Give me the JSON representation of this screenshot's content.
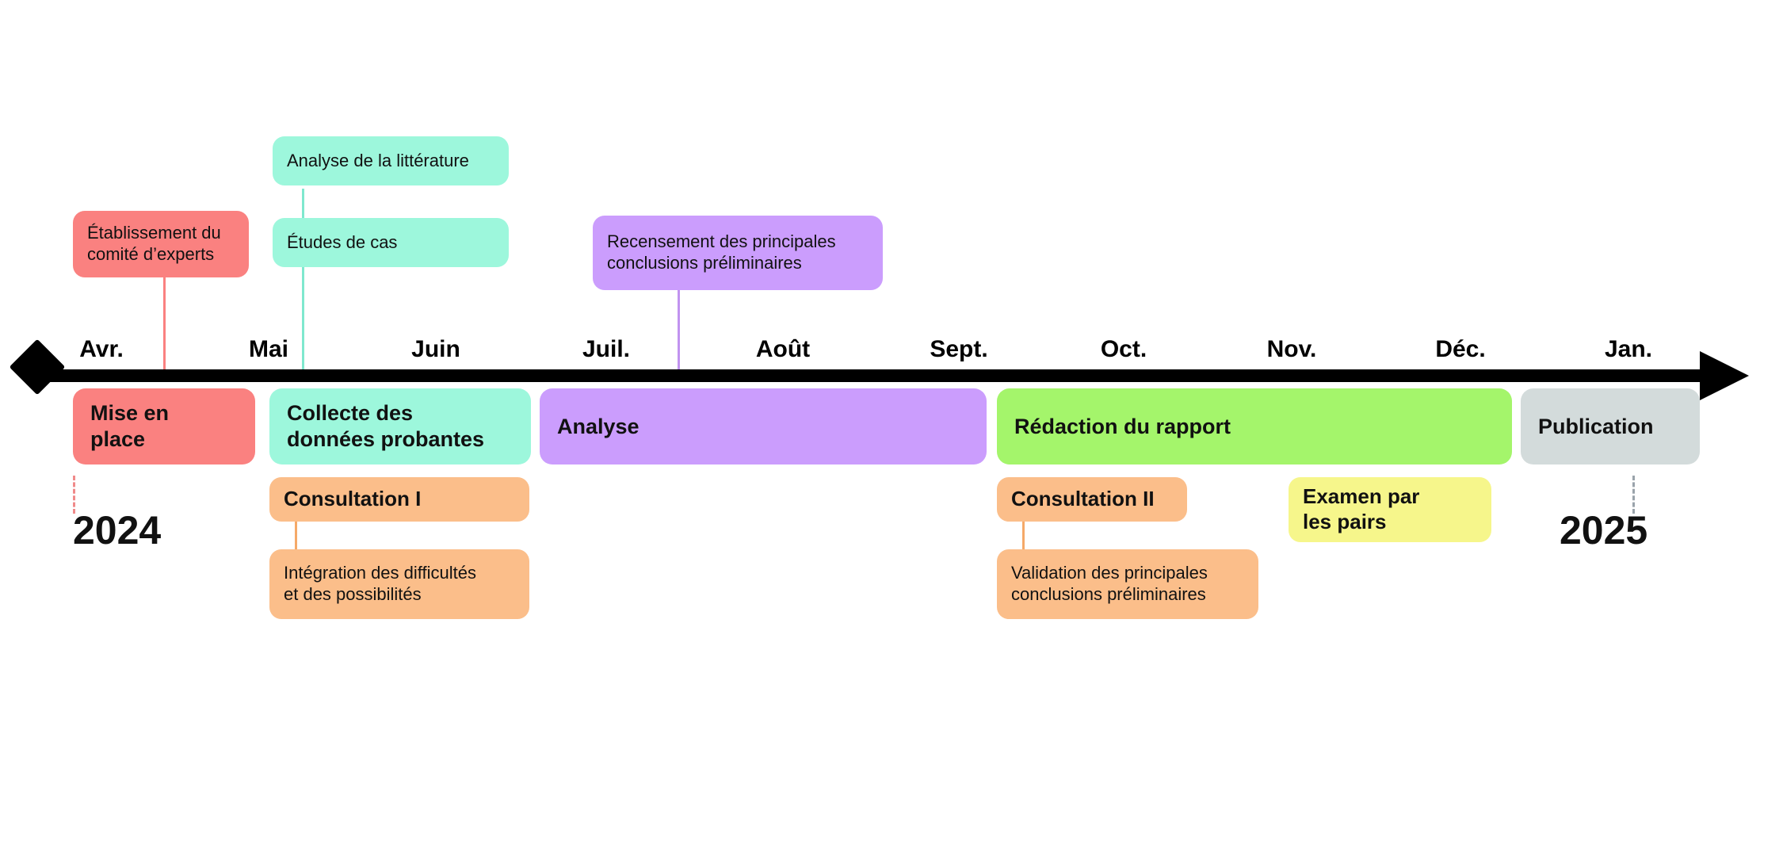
{
  "diagram": {
    "type": "project-timeline",
    "title_visible": false,
    "axis": {
      "marker_start": "diamond",
      "marker_end": "arrow",
      "months": [
        "Avr.",
        "Mai",
        "Juin",
        "Juil.",
        "Août",
        "Sept.",
        "Oct.",
        "Nov.",
        "Déc.",
        "Jan."
      ],
      "years": [
        {
          "label": "2024",
          "side": "left"
        },
        {
          "label": "2025",
          "side": "right"
        }
      ]
    },
    "colors": {
      "red": "#FA8180",
      "teal": "#9DF7DC",
      "purple": "#CB9DFD",
      "green": "#A4F56B",
      "grey": "#D3DBDB",
      "orange": "#FBBE8A",
      "yellow": "#F6F68B",
      "axis": "#000000",
      "text": "#111111"
    },
    "phases": [
      {
        "label": "Mise en place",
        "color": "red",
        "months": "Avr."
      },
      {
        "label": "Collecte des données probantes",
        "color": "teal",
        "months": "Mai–Juin"
      },
      {
        "label": "Analyse",
        "color": "purple",
        "months": "Juil.–Sept."
      },
      {
        "label": "Rédaction du rapport",
        "color": "green",
        "months": "Oct.–Déc."
      },
      {
        "label": "Publication",
        "color": "grey",
        "months": "Jan."
      }
    ],
    "callouts_above": [
      {
        "label": "Établissement du comité d’experts",
        "color": "red",
        "bold": false
      },
      {
        "label": "Analyse de la littérature",
        "color": "teal",
        "bold": false
      },
      {
        "label": "Études de cas",
        "color": "teal",
        "bold": false
      },
      {
        "label": "Recensement des principales conclusions préliminaires",
        "color": "purple",
        "bold": false
      }
    ],
    "callouts_below": [
      {
        "label": "Consultation I",
        "color": "orange",
        "bold": true
      },
      {
        "label": "Intégration des difficultés et des possibilités",
        "color": "orange",
        "bold": false
      },
      {
        "label": "Consultation II",
        "color": "orange",
        "bold": true
      },
      {
        "label": "Validation des principales conclusions préliminaires",
        "color": "orange",
        "bold": false
      },
      {
        "label": "Examen par les pairs",
        "color": "yellow",
        "bold": true
      }
    ]
  },
  "labels": {
    "phase_1": "Mise en place",
    "phase_2": "Collecte des données probantes",
    "phase_3": "Analyse",
    "phase_4": "Rédaction du rapport",
    "phase_5": "Publication",
    "callout_comite_l1": "Établissement du",
    "callout_comite_l2": "comité d’experts",
    "callout_litterature": "Analyse de la littérature",
    "callout_etudes": "Études de cas",
    "callout_recensement_l1": "Recensement des principales",
    "callout_recensement_l2": "conclusions préliminaires",
    "callout_consultation_1": "Consultation I",
    "callout_integration_l1": "Intégration des difficultés",
    "callout_integration_l2": "et des possibilités",
    "callout_consultation_2": "Consultation II",
    "callout_validation_l1": "Validation des principales",
    "callout_validation_l2": "conclusions préliminaires",
    "callout_examen_l1": "Examen par",
    "callout_examen_l2": "les pairs",
    "phase_2_l1": "Collecte des",
    "phase_2_l2": "données probantes",
    "phase_1_l1": "Mise en",
    "phase_1_l2": "place",
    "month_1": "Avr.",
    "month_2": "Mai",
    "month_3": "Juin",
    "month_4": "Juil.",
    "month_5": "Août",
    "month_6": "Sept.",
    "month_7": "Oct.",
    "month_8": "Nov.",
    "month_9": "Déc.",
    "month_10": "Jan.",
    "year_2024": "2024",
    "year_2025": "2025"
  }
}
